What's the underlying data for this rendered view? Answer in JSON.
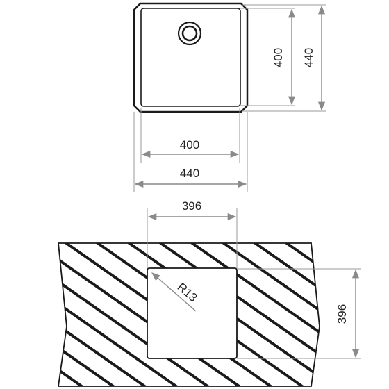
{
  "top_view": {
    "inner_width": "400",
    "outer_width": "440",
    "inner_depth": "400",
    "outer_depth": "440"
  },
  "cutout": {
    "width": "396",
    "depth": "396",
    "radius": "R13"
  },
  "colors": {
    "outline": "#1a1a1a",
    "dimension": "#8a8a8a",
    "hatch": "#1a1a1a",
    "background": "#ffffff"
  }
}
